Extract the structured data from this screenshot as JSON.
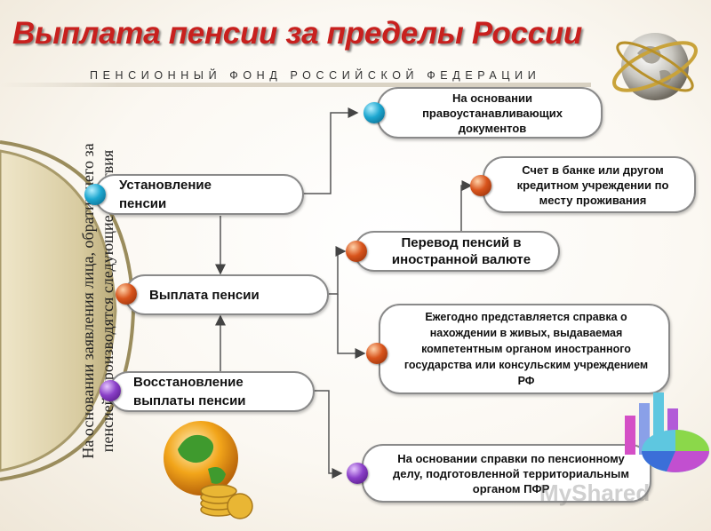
{
  "title": "Выплата пенсии за пределы России",
  "subtitle": "ПЕНСИОННЫЙ ФОНД РОССИЙСКОЙ ФЕДЕРАЦИИ",
  "side_label": "На основании заявления лица, обратившего за пенсией, производятся следующие действия",
  "nodes": {
    "establish": "Установление пенсии",
    "payment": "Выплата пенсии",
    "restore": "Восстановление выплаты пенсии",
    "documents": "На основании правоустанавливающих документов",
    "bank": "Счет в банке или другом кредитном учреждении по месту проживания",
    "currency": "Перевод пенсий в иностранной валюте",
    "certificate": "Ежегодно представляется справка о нахождении в живых, выдаваемая компетентным органом иностранного государства или консульским учреждением РФ",
    "pfr": "На основании справки по пенсионному делу, подготовленной территориальным органом ПФР"
  },
  "watermark": "MyShared",
  "colors": {
    "title": "#c8201e",
    "arc": "#a89a6a",
    "wire": "#555555"
  },
  "icons": [
    "globe-icon",
    "bar-chart-icon",
    "pie-chart-icon",
    "coins-globe-icon"
  ]
}
